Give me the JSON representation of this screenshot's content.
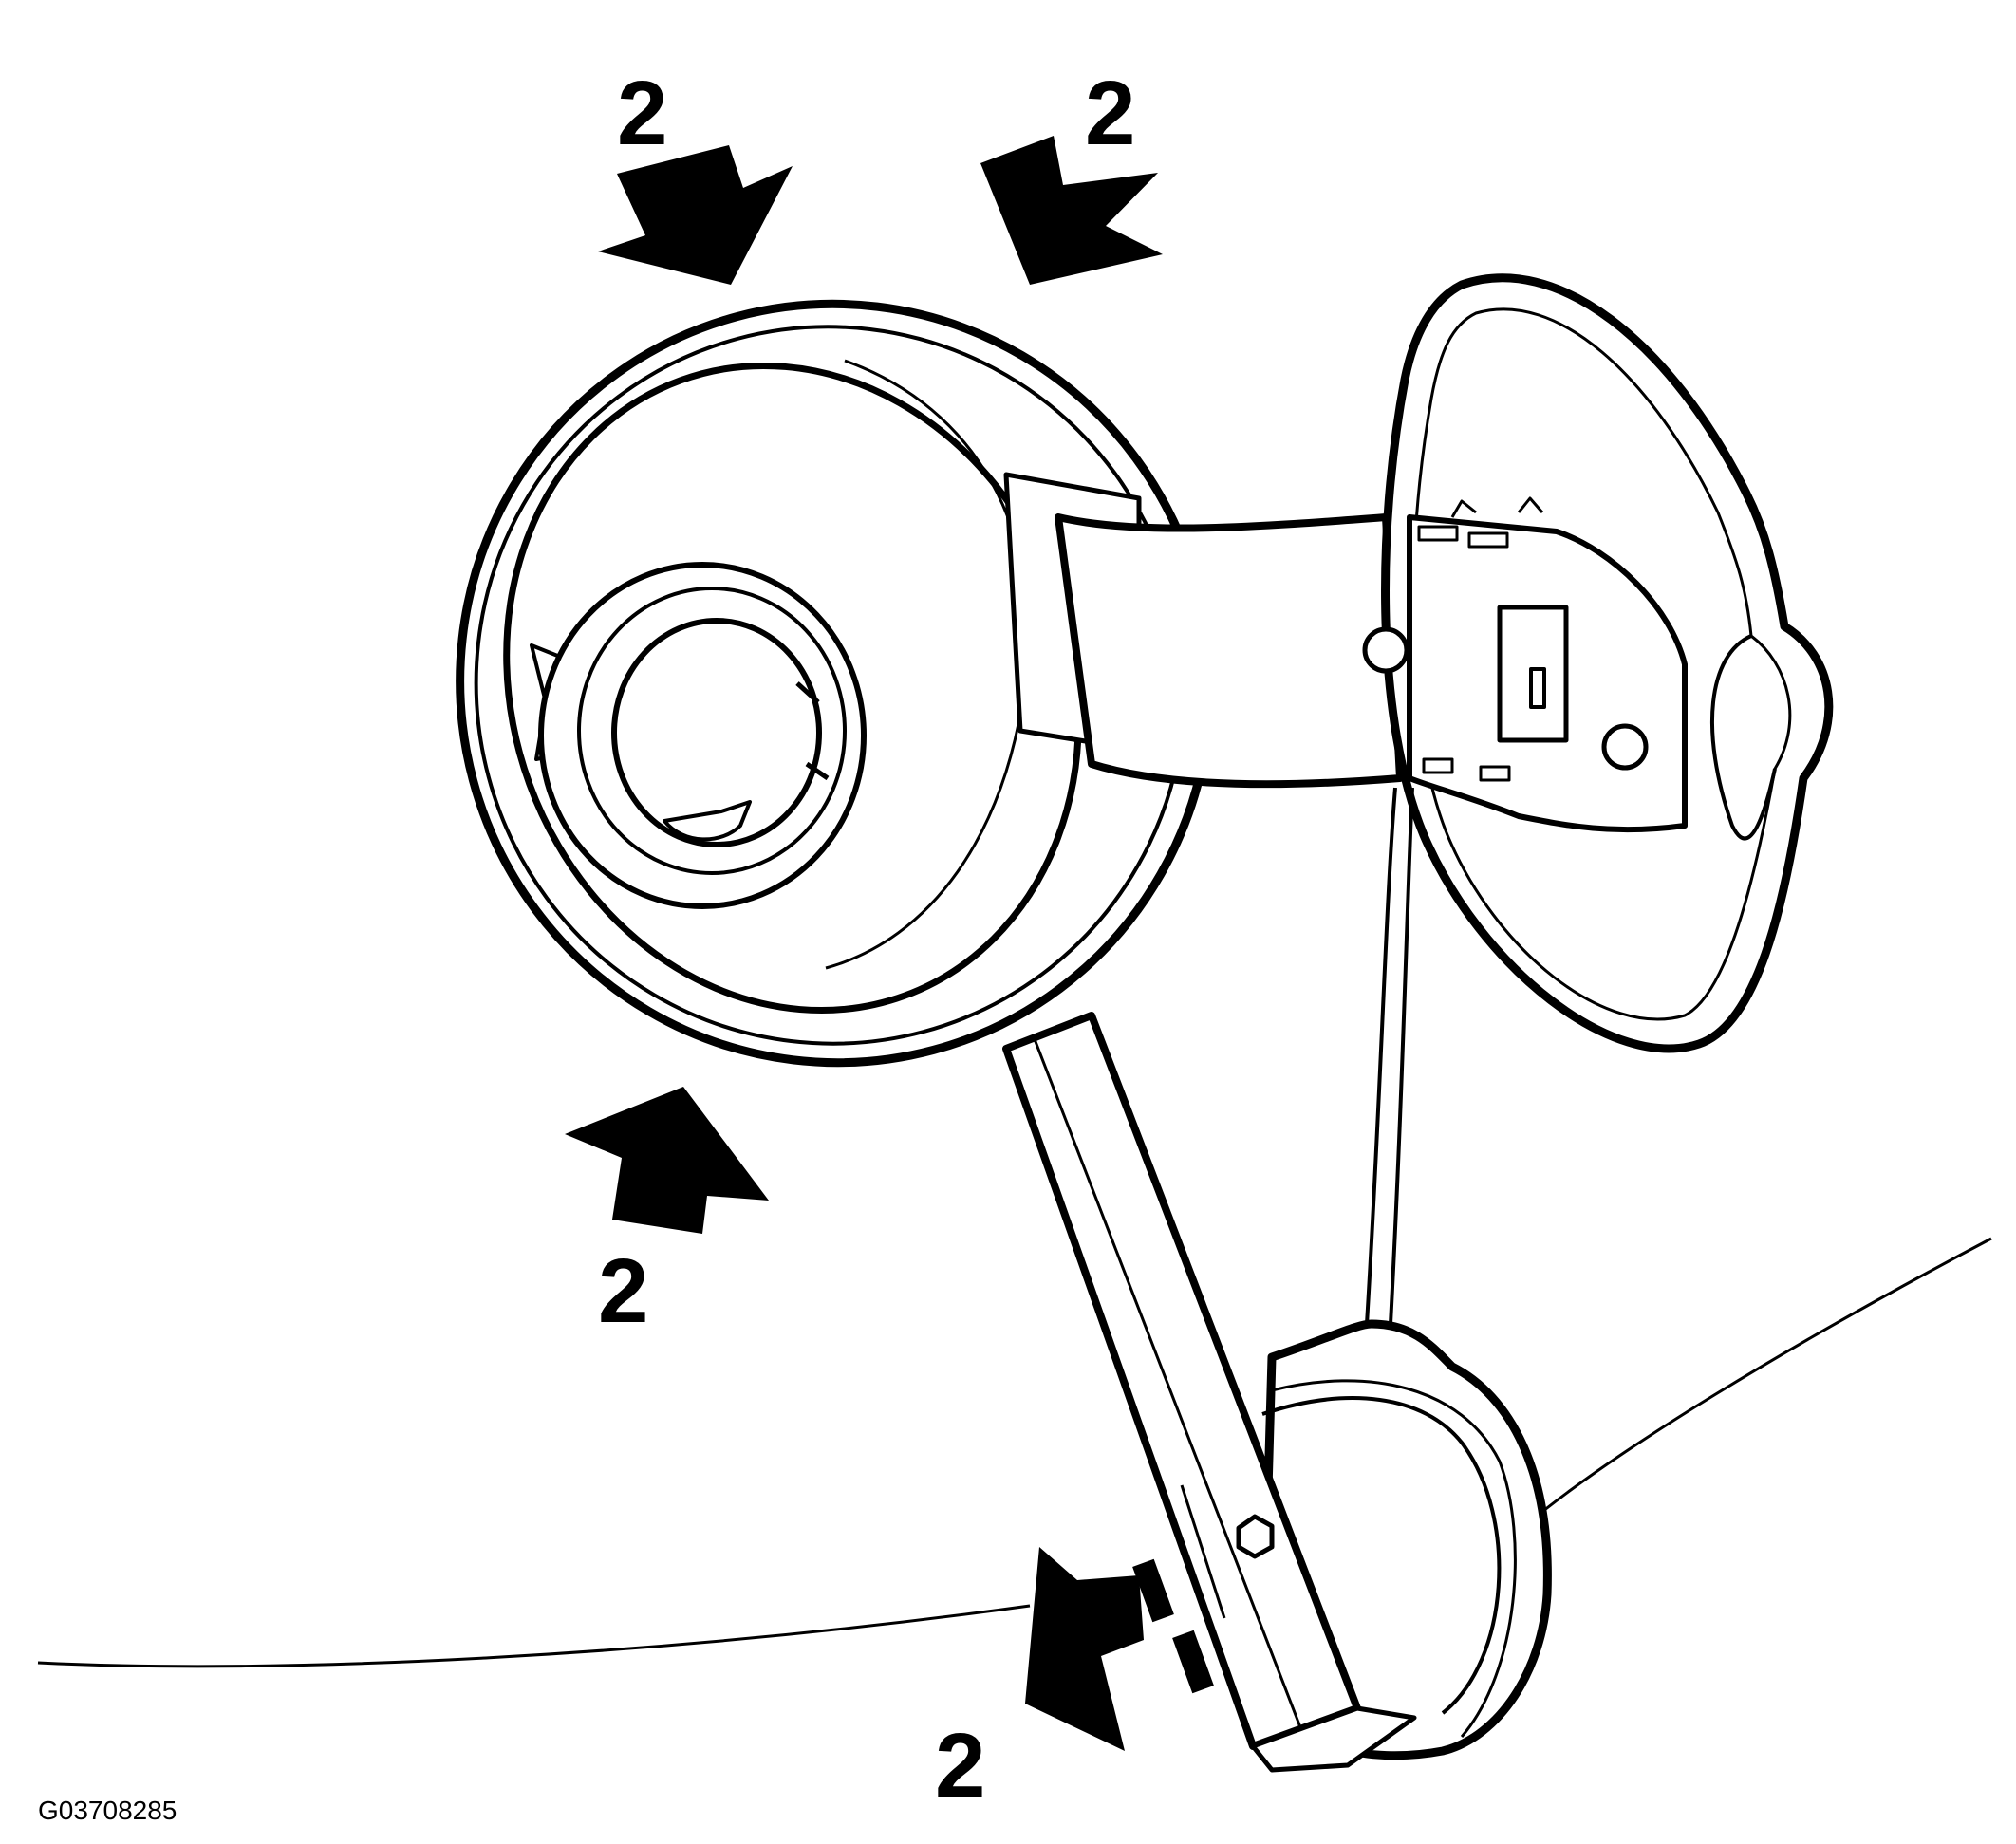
{
  "diagram": {
    "callouts": [
      {
        "id": "top-left",
        "label": "2"
      },
      {
        "id": "top-right",
        "label": "2"
      },
      {
        "id": "left-lower",
        "label": "2"
      },
      {
        "id": "bottom",
        "label": "2"
      }
    ],
    "figure_id": "G03708285",
    "colors": {
      "ink": "#000000",
      "paper": "#ffffff"
    }
  }
}
